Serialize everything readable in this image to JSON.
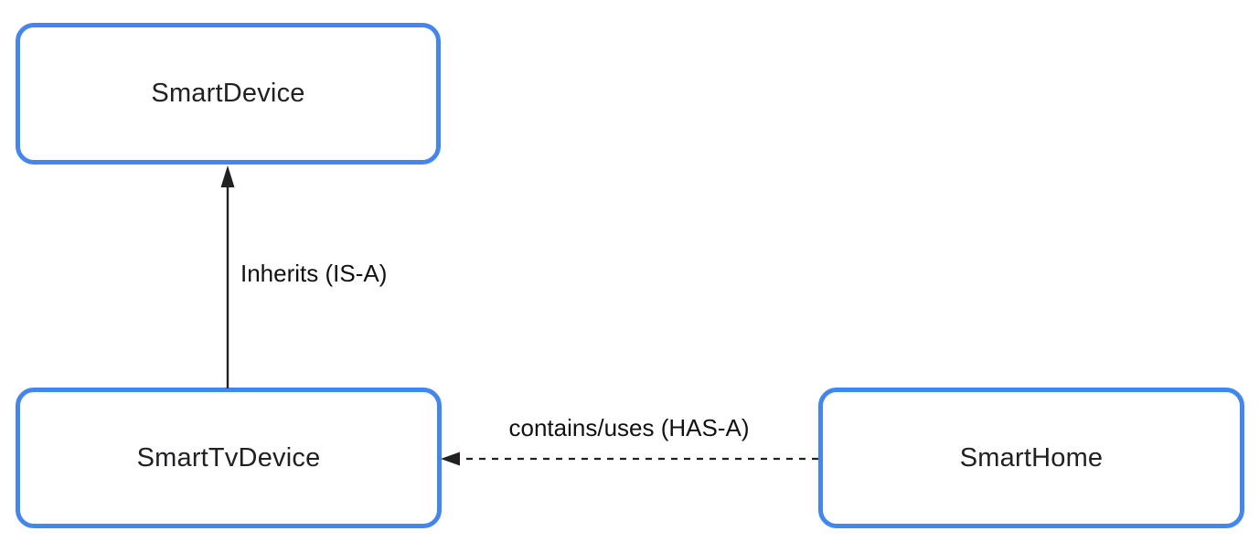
{
  "theme": {
    "node_border_color": "#4285F4",
    "node_bg_color": "#FFFFFF",
    "node_text_color": "#202124",
    "edge_color": "#212121",
    "edge_label_color": "#111111",
    "background_color": "#FFFFFF"
  },
  "nodes": [
    {
      "id": "smart-device",
      "label": "SmartDevice"
    },
    {
      "id": "smart-tv-device",
      "label": "SmartTvDevice"
    },
    {
      "id": "smart-home",
      "label": "SmartHome"
    }
  ],
  "edges": [
    {
      "from": "SmartTvDevice",
      "to": "SmartDevice",
      "label": "Inherits (IS-A)",
      "style": "solid",
      "direction": "up"
    },
    {
      "from": "SmartHome",
      "to": "SmartTvDevice",
      "label": "contains/uses (HAS-A)",
      "style": "dashed",
      "direction": "left"
    }
  ]
}
